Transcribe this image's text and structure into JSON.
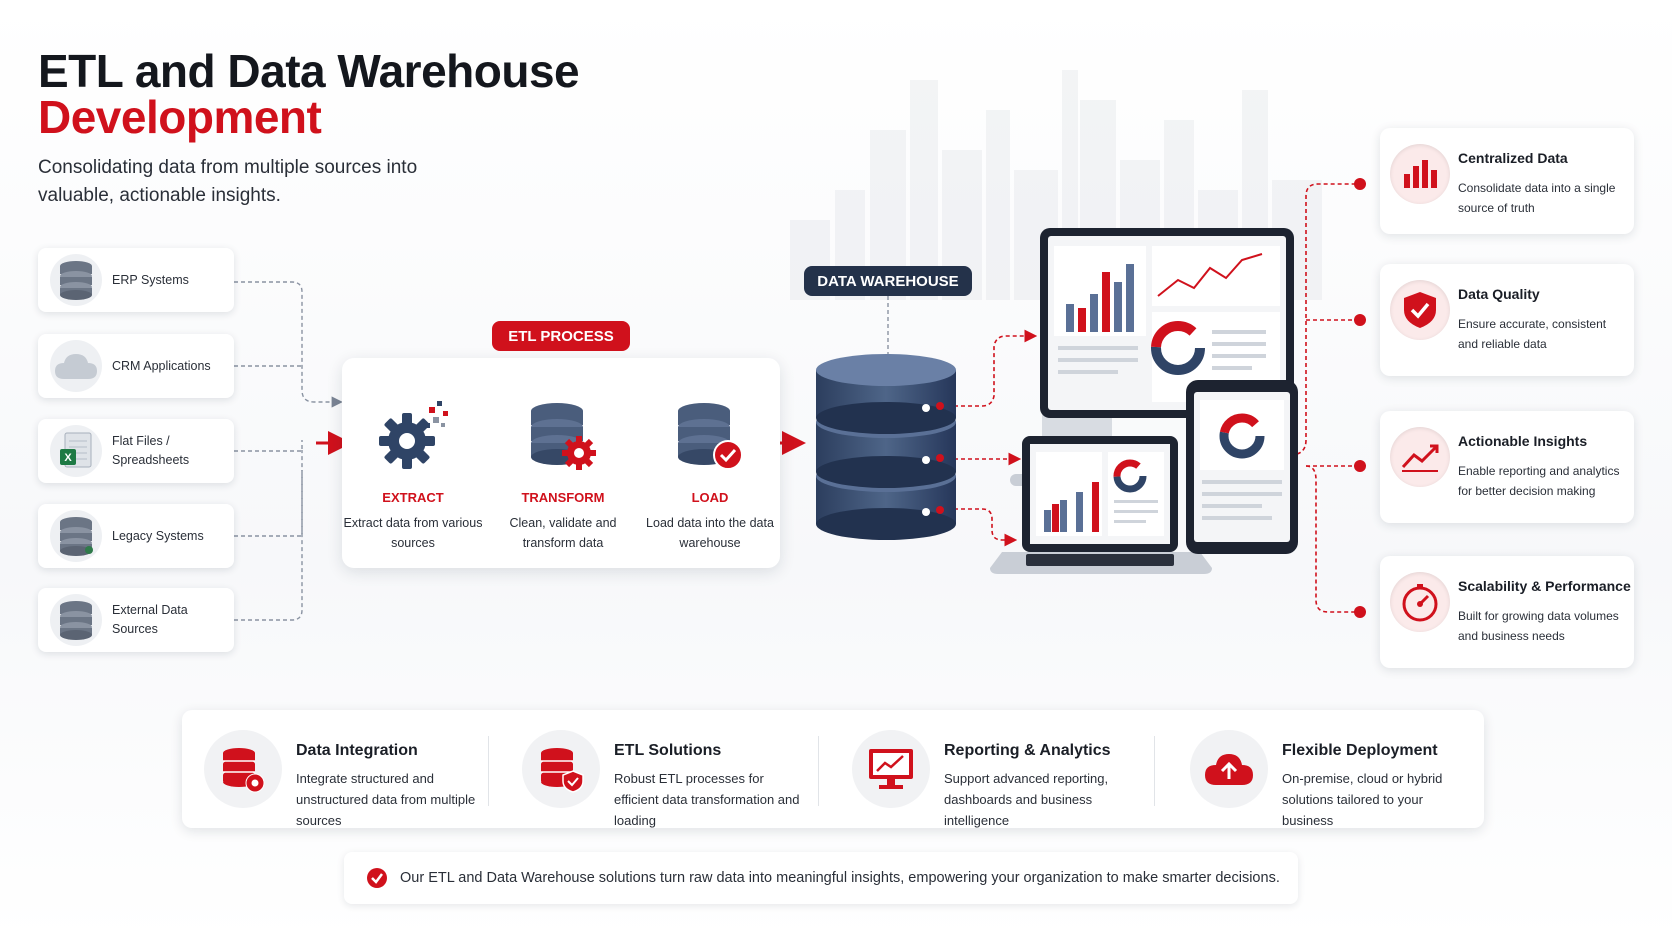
{
  "header": {
    "title_line1": "ETL and Data Warehouse",
    "title_line2": "Development",
    "subtitle": "Consolidating data from multiple sources into valuable, actionable insights."
  },
  "sources": [
    {
      "label": "ERP Systems",
      "icon": "database-icon"
    },
    {
      "label": "CRM Applications",
      "icon": "cloud-icon"
    },
    {
      "label": "Flat Files / Spreadsheets",
      "icon": "spreadsheet-icon"
    },
    {
      "label": "Legacy Systems",
      "icon": "database-icon"
    },
    {
      "label": "External Data Sources",
      "icon": "database-icon"
    }
  ],
  "etl": {
    "badge": "ETL PROCESS",
    "steps": [
      {
        "title": "EXTRACT",
        "desc": "Extract data from various sources",
        "icon": "gear-icon"
      },
      {
        "title": "TRANSFORM",
        "desc": "Clean, validate and transform data",
        "icon": "database-gear-icon"
      },
      {
        "title": "LOAD",
        "desc": "Load data into the data warehouse",
        "icon": "database-check-icon"
      }
    ]
  },
  "warehouse": {
    "badge": "DATA WAREHOUSE"
  },
  "benefits": [
    {
      "title": "Centralized Data",
      "desc": "Consolidate data into a single source of truth",
      "icon": "bar-chart-icon"
    },
    {
      "title": "Data Quality",
      "desc": "Ensure accurate, consistent and reliable data",
      "icon": "shield-check-icon"
    },
    {
      "title": "Actionable Insights",
      "desc": "Enable reporting and analytics for better decision making",
      "icon": "trend-line-icon"
    },
    {
      "title": "Scalability & Performance",
      "desc": "Built for growing data volumes and business needs",
      "icon": "speedometer-icon"
    }
  ],
  "features": [
    {
      "title": "Data Integration",
      "desc": "Integrate structured and unstructured data from multiple sources",
      "icon": "database-gear-icon"
    },
    {
      "title": "ETL Solutions",
      "desc": "Robust ETL processes for efficient data transformation and loading",
      "icon": "database-shield-icon"
    },
    {
      "title": "Reporting & Analytics",
      "desc": "Support advanced reporting, dashboards and business intelligence",
      "icon": "monitor-chart-icon"
    },
    {
      "title": "Flexible Deployment",
      "desc": "On-premise, cloud or hybrid solutions tailored to your business",
      "icon": "cloud-upload-icon"
    }
  ],
  "footer": {
    "text": "Our ETL and Data Warehouse solutions turn raw data into meaningful insights, empowering your organization to make smarter decisions.",
    "icon": "check-circle-icon"
  },
  "colors": {
    "accent": "#d0111c",
    "navy": "#24324a",
    "db_blue": "#3c5274"
  }
}
